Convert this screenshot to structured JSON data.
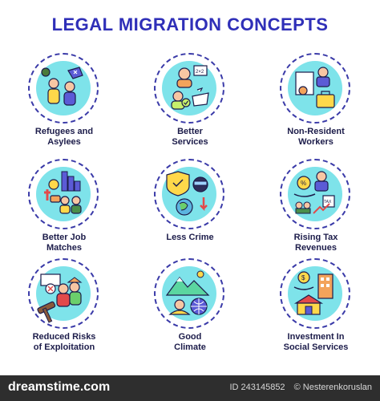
{
  "title": "LEGAL MIGRATION CONCEPTS",
  "colors": {
    "accent": "#2f2fb8",
    "circle_fill": "#7ee3ea",
    "outline": "#3a3aa8"
  },
  "concepts": [
    {
      "label": "Refugees and\nAsylees",
      "icon": "refugees-icon"
    },
    {
      "label": "Better\nServices",
      "icon": "services-icon"
    },
    {
      "label": "Non-Resident\nWorkers",
      "icon": "workers-icon"
    },
    {
      "label": "Better Job\nMatches",
      "icon": "job-matches-icon"
    },
    {
      "label": "Less Crime",
      "icon": "less-crime-icon"
    },
    {
      "label": "Rising Tax\nRevenues",
      "icon": "tax-revenues-icon"
    },
    {
      "label": "Reduced Risks\nof Exploitation",
      "icon": "exploitation-icon"
    },
    {
      "label": "Good\nClimate",
      "icon": "climate-icon"
    },
    {
      "label": "Investment In\nSocial Services",
      "icon": "investment-icon"
    }
  ],
  "footer": {
    "logo": "dreamstime.com",
    "id_text": "ID 243145852",
    "author": "© Nesterenkoruslan"
  }
}
